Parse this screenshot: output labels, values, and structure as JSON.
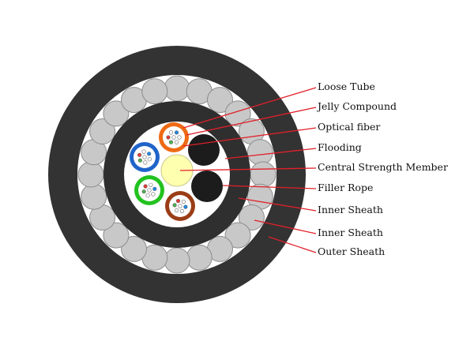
{
  "colors": {
    "outer_sheath": "#333333",
    "wire": "#c8c8c8",
    "wire_stroke": "#8c8c8c",
    "inner_sheath": "#2f2f2f",
    "filler": "#1c1c1c",
    "center_member": "#ffffb0",
    "leader": "#e0202a"
  },
  "loose_tubes": [
    {
      "color": "#ef6a14"
    },
    {
      "color": "#1f64c9"
    },
    {
      "color": "#22c21f"
    },
    {
      "color": "#9a3d16"
    }
  ],
  "labels": [
    {
      "id": "loose-tube",
      "text": "Loose Tube"
    },
    {
      "id": "jelly-compound",
      "text": "Jelly Compound"
    },
    {
      "id": "optical-fiber",
      "text": "Optical fiber"
    },
    {
      "id": "flooding",
      "text": "Flooding"
    },
    {
      "id": "central-strength-member",
      "text": "Central Strength Member"
    },
    {
      "id": "filler-rope",
      "text": "Filler Rope"
    },
    {
      "id": "inner-sheath-1",
      "text": "Inner Sheath"
    },
    {
      "id": "inner-sheath-2",
      "text": "Inner Sheath"
    },
    {
      "id": "outer-sheath",
      "text": "Outer Sheath"
    }
  ]
}
